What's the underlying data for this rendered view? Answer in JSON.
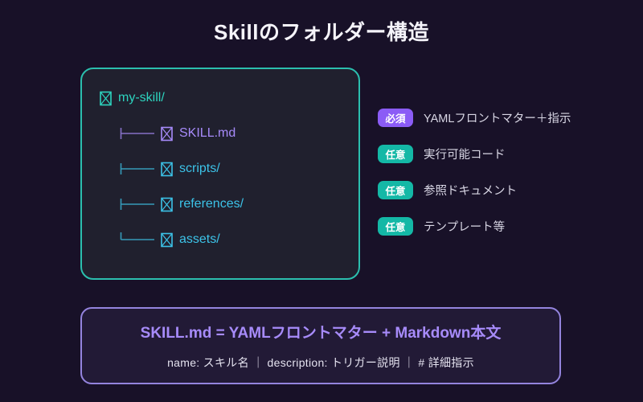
{
  "page": {
    "title": "Skillのフォルダー構造"
  },
  "colors": {
    "background": "#181128",
    "tree_border": "#2bbfae",
    "tree_background": "#20202e",
    "root_text": "#2dd4bf",
    "skill_md_text": "#a78bfa",
    "folder_text": "#3cc3e8",
    "badge_required": "#8b5cf6",
    "badge_optional": "#14b8a6",
    "footer_border": "#9484de",
    "footer_title_text": "#a78bfa"
  },
  "icons": {
    "tree_item_glyph": "missing-glyph-tofu (box with X, unrendered emoji)"
  },
  "tree": {
    "root": {
      "label": "my-skill/"
    },
    "items": [
      {
        "label": "SKILL.md"
      },
      {
        "label": "scripts/"
      },
      {
        "label": "references/"
      },
      {
        "label": "assets/"
      }
    ]
  },
  "legend": {
    "items": [
      {
        "badge": "必須",
        "type": "required",
        "text": "YAMLフロントマター＋指示"
      },
      {
        "badge": "任意",
        "type": "optional",
        "text": "実行可能コード"
      },
      {
        "badge": "任意",
        "type": "optional",
        "text": "参照ドキュメント"
      },
      {
        "badge": "任意",
        "type": "optional",
        "text": "テンプレート等"
      }
    ]
  },
  "footer": {
    "title": "SKILL.md = YAMLフロントマター + Markdown本文",
    "subtitle": "name: スキル名 ｜ description: トリガー説明 ｜ # 詳細指示"
  }
}
